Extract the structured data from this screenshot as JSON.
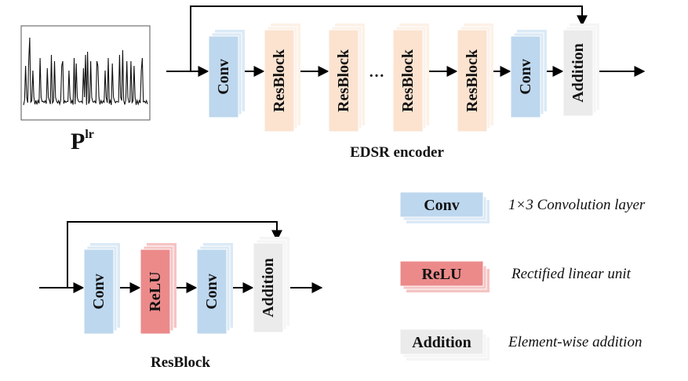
{
  "colors": {
    "conv_fill": "#bdd7ee",
    "conv_back": "#dbe9f6",
    "resblock_fill": "#fbe3d0",
    "resblock_back": "#fdf1e7",
    "relu_fill": "#ec8a8a",
    "relu_back": "#f6c4c4",
    "addition_fill": "#ebebeb",
    "addition_back": "#f5f5f5"
  },
  "input_signal": {
    "symbol": "P",
    "superscript": "lr"
  },
  "edsr": {
    "caption": "EDSR encoder",
    "blocks": [
      {
        "label": "Conv",
        "kind": "conv"
      },
      {
        "label": "ResBlock",
        "kind": "resblock"
      },
      {
        "label": "ResBlock",
        "kind": "resblock"
      },
      {
        "label": "ResBlock",
        "kind": "resblock"
      },
      {
        "label": "ResBlock",
        "kind": "resblock"
      },
      {
        "label": "Conv",
        "kind": "conv"
      },
      {
        "label": "Addition",
        "kind": "addition"
      }
    ],
    "ellipsis": "…"
  },
  "resblock": {
    "caption": "ResBlock",
    "blocks": [
      {
        "label": "Conv",
        "kind": "conv"
      },
      {
        "label": "ReLU",
        "kind": "relu"
      },
      {
        "label": "Conv",
        "kind": "conv"
      },
      {
        "label": "Addition",
        "kind": "addition"
      }
    ]
  },
  "legend": [
    {
      "label": "Conv",
      "kind": "conv",
      "description": "1×3 Convolution layer"
    },
    {
      "label": "ReLU",
      "kind": "relu",
      "description": "Rectified linear unit"
    },
    {
      "label": "Addition",
      "kind": "addition",
      "description": "Element-wise addition"
    }
  ]
}
